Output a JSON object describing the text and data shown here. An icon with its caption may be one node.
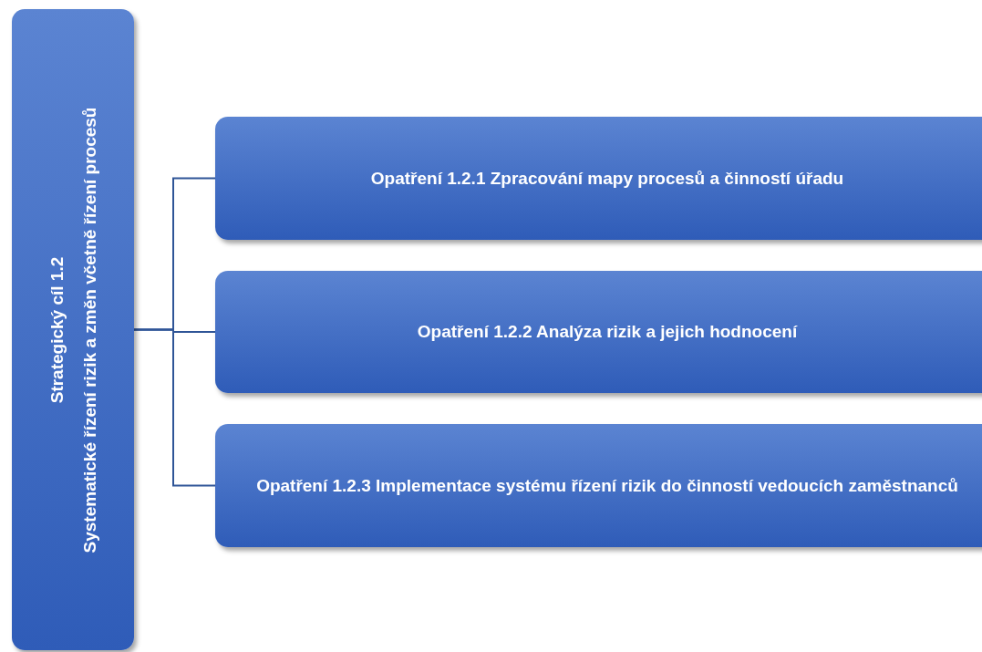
{
  "diagram": {
    "nodes": [
      {
        "text": [
          "Strategický cíl 1.2",
          "Systematické řízení rizik a změn včetně řízení procesů"
        ]
      },
      {
        "text": [
          "Opatření 1.2.1 Zpracování mapy procesů a činností úřadu"
        ]
      },
      {
        "text": [
          "Opatření 1.2.2 Analýza rizik a jejich hodnocení"
        ]
      },
      {
        "text": [
          "Opatření 1.2.3 Implementace systému řízení rizik do činností vedoucích zaměstnanců"
        ]
      }
    ],
    "edges": [
      {
        "from": 0,
        "to": 1,
        "arrow": "none"
      },
      {
        "from": 0,
        "to": 2,
        "arrow": "none"
      },
      {
        "from": 0,
        "to": 3,
        "arrow": "none"
      }
    ]
  }
}
